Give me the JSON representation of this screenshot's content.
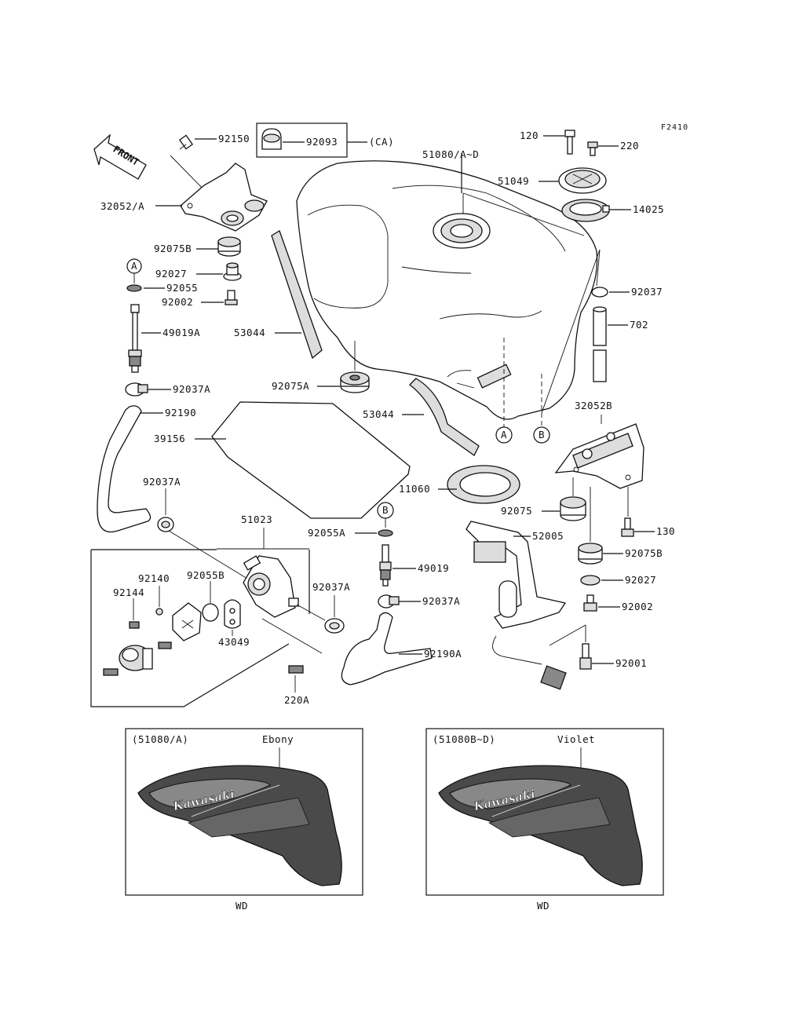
{
  "figure_code": "F2410",
  "front_arrow": "FRONT",
  "labels": {
    "p92150": "92150",
    "p92093": "92093",
    "p_ca": "(CA)",
    "p120": "120",
    "p220": "220",
    "p51080": "51080/A~D",
    "p51049": "51049",
    "p14025": "14025",
    "p32052a": "32052/A",
    "p92075b_l": "92075B",
    "p92027_l": "92027",
    "p92055": "92055",
    "p92002_l": "92002",
    "p49019a": "49019A",
    "p53044_a": "53044",
    "p92037": "92037",
    "p702": "702",
    "p92037a_l": "92037A",
    "p92075a": "92075A",
    "p53044_b": "53044",
    "p92190": "92190",
    "p39156": "39156",
    "p32052b": "32052B",
    "p92037a_2": "92037A",
    "p11060": "11060",
    "p92075": "92075",
    "p51023": "51023",
    "p130": "130",
    "p92055a": "92055A",
    "p52005": "52005",
    "p92075b_r": "92075B",
    "p92140": "92140",
    "p92055b": "92055B",
    "p92144": "92144",
    "p49019": "49019",
    "p92037a_3": "92037A",
    "p92027_r": "92027",
    "p92037a_4": "92037A",
    "p92002_r": "92002",
    "p43049": "43049",
    "p92190a": "92190A",
    "p92001": "92001",
    "p220a": "220A"
  },
  "refs": {
    "a": "A",
    "b": "B"
  },
  "color_variants": [
    {
      "code": "(51080/A)",
      "color": "Ebony",
      "footer": "WD"
    },
    {
      "code": "(51080B~D)",
      "color": "Violet",
      "footer": "WD"
    }
  ],
  "tank_logo": "Kawasaki"
}
